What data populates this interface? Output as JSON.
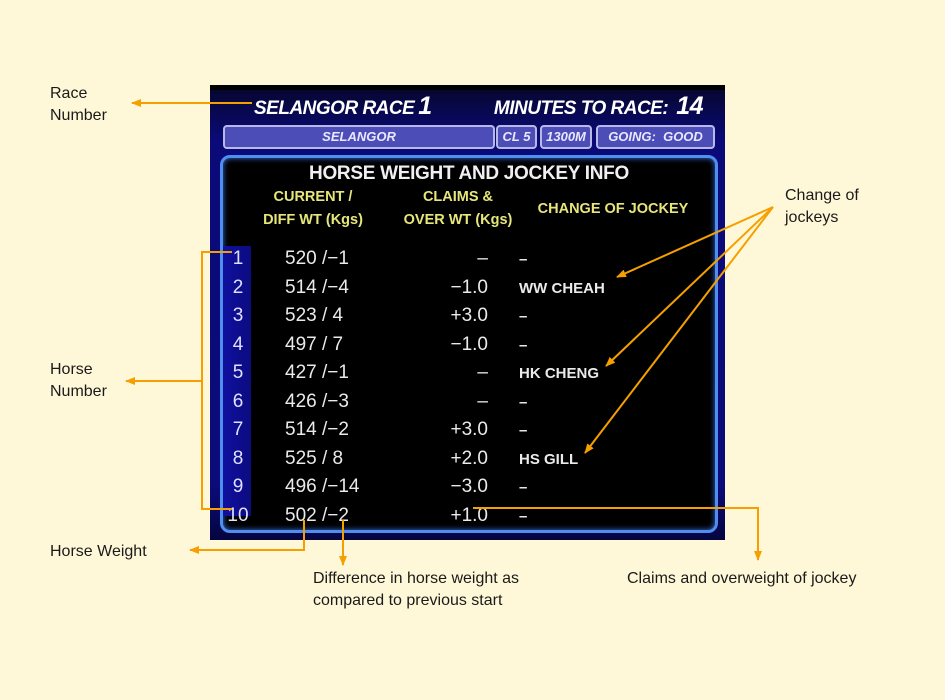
{
  "screen": {
    "race_label": "SELANGOR RACE",
    "race_number": "1",
    "minutes_label": "MINUTES TO RACE:",
    "minutes_value": "14",
    "venue": "SELANGOR",
    "class": "CL 5",
    "distance": "1300M",
    "going": "GOING:  GOOD",
    "panel_title": "HORSE WEIGHT AND JOCKEY INFO",
    "columns": {
      "weight_line1": "CURRENT /",
      "weight_line2": "DIFF WT (Kgs)",
      "claims_line1": "CLAIMS &",
      "claims_line2": "OVER WT (Kgs)",
      "jockey": "CHANGE OF JOCKEY"
    },
    "rows": [
      {
        "num": "1",
        "weight": "520 /−1",
        "claims": "–",
        "jockey": "–"
      },
      {
        "num": "2",
        "weight": "514 /−4",
        "claims": "−1.0",
        "jockey": "WW CHEAH"
      },
      {
        "num": "3",
        "weight": "523 / 4",
        "claims": "+3.0",
        "jockey": "–"
      },
      {
        "num": "4",
        "weight": "497 / 7",
        "claims": "−1.0",
        "jockey": "–"
      },
      {
        "num": "5",
        "weight": "427 /−1",
        "claims": "–",
        "jockey": "HK CHENG"
      },
      {
        "num": "6",
        "weight": "426 /−3",
        "claims": "–",
        "jockey": "–"
      },
      {
        "num": "7",
        "weight": "514 /−2",
        "claims": "+3.0",
        "jockey": "–"
      },
      {
        "num": "8",
        "weight": "525 / 8",
        "claims": "+2.0",
        "jockey": "HS GILL"
      },
      {
        "num": "9",
        "weight": "496 /−14",
        "claims": "−3.0",
        "jockey": "–"
      },
      {
        "num": "10",
        "weight": "502 /−2",
        "claims": "+1.0",
        "jockey": "–"
      }
    ]
  },
  "annotations": {
    "race_number": [
      "Race",
      "Number"
    ],
    "horse_number": [
      "Horse",
      "Number"
    ],
    "horse_weight": "Horse Weight",
    "weight_diff": [
      "Difference in horse weight as",
      "compared to previous start"
    ],
    "claims": "Claims and overweight of jockey",
    "change_jockeys": [
      "Change of",
      "jockeys"
    ]
  },
  "colors": {
    "background": "#fff8d8",
    "arrow": "#f5a000",
    "screen_blue": "#0b0b7a",
    "panel_border": "#4f8ff0",
    "header_yellow": "#e6e67a"
  }
}
